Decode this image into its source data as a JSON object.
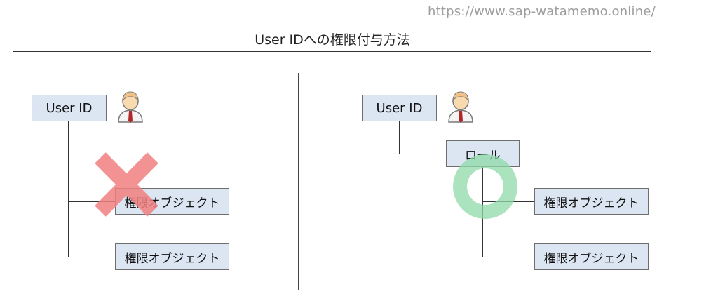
{
  "source_url": "https://www.sap-watamemo.online/",
  "title": "User IDへの権限付与方法",
  "left": {
    "user_label": "User ID",
    "objects": [
      "権限オブジェクト",
      "権限オブジェクト"
    ],
    "mark": "cross-icon",
    "mark_color": "#f08080"
  },
  "right": {
    "user_label": "User ID",
    "role_label": "ロール",
    "objects": [
      "権限オブジェクト",
      "権限オブジェクト"
    ],
    "mark": "circle-icon",
    "mark_color": "#8fdaa8"
  },
  "icons": [
    "user-icon"
  ]
}
